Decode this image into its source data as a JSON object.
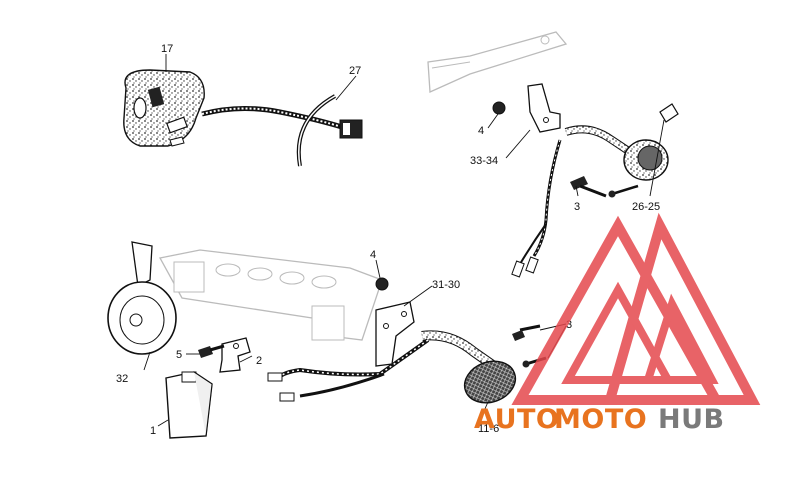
{
  "diagram": {
    "part_labels": {
      "p17": "17",
      "p27": "27",
      "p4_top": "4",
      "p33_34": "33-34",
      "p3_top": "3",
      "p26_25": "26-25",
      "p4_mid": "4",
      "p31_30": "31-30",
      "p3_mid": "3",
      "p32": "32",
      "p5": "5",
      "p2": "2",
      "p1": "1",
      "p11_6": "11-6"
    }
  },
  "watermark": {
    "part1": "AUTO",
    "part2": "MOTO",
    "part3": "HUB",
    "colors": {
      "auto": "#e8731f",
      "moto": "#e8731f",
      "hub": "#7a7a7a",
      "logo": "#e5484d"
    }
  }
}
